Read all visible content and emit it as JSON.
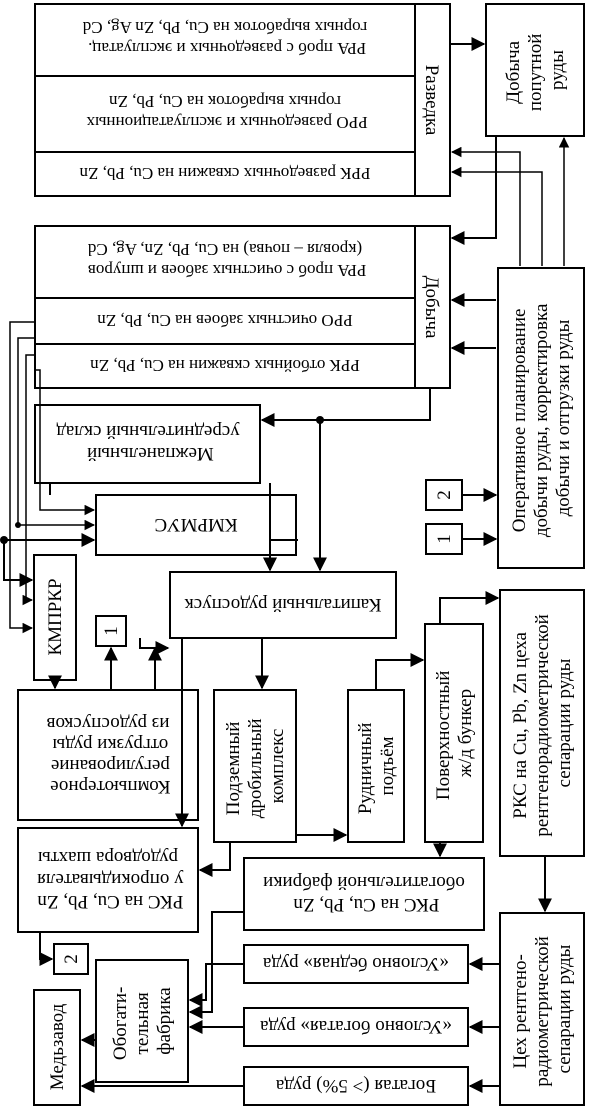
{
  "diagram": {
    "exploration": {
      "header": "Разведка",
      "rows": [
        [
          "РРА проб с разведочных и эксплуатац.",
          "горных выработок на Cu, Pb, Zn Ag, Cd"
        ],
        [
          "РРО разведочных и эксплуатационных",
          "горных выработок на Cu, Pb, Zn"
        ],
        [
          "РРК разведочных скважин на Cu, Pb, Zn"
        ]
      ]
    },
    "mining": {
      "header": "Добыча",
      "rows": [
        [
          "РРА проб с очистных забоев и шпуров",
          "(кровля – почва) на Cu, Pb, Zn, Ag, Cd"
        ],
        [
          "РРО очистных забоев на Cu, Pb, Zn"
        ],
        [
          "РРК отбойных скважин на Cu, Pb, Zn"
        ]
      ]
    },
    "incidental": [
      "Добыча",
      "попутной",
      "руды"
    ],
    "planning": [
      "Оперативное планирование",
      "добычи руды, корректировка",
      "добычи и отгрузки руды"
    ],
    "ref_numbers": [
      "2",
      "1",
      "1",
      "2"
    ],
    "stockpile": [
      "Межпанельный",
      "усреднительный склад"
    ],
    "kmrmus": [
      "КМРМУС"
    ],
    "kmprkr": [
      "КМПРКР"
    ],
    "orepass": [
      "Капитальный рудоспуск"
    ],
    "regulation": [
      "Компьютерное",
      "регулирование",
      "отгрузки руды",
      "из рудоспусков"
    ],
    "crusher": [
      "Подземный",
      "дробильный",
      "комплекс"
    ],
    "hoist": [
      "Рудничный",
      "подъём"
    ],
    "bunker": [
      "Поверхностный",
      "ж/д бункер"
    ],
    "rks_separation": [
      "РКС на Cu, Pb, Zn цеха",
      "рентгенорадиометрической",
      "сепарации руды"
    ],
    "rks_tipper": [
      "РКС на Cu, Pb, Zn",
      "у опрокидывателя",
      "рудодвора шахты"
    ],
    "rks_plant": [
      "РКС на Cu, Pb, Zn",
      "обогатительной фабрики"
    ],
    "separation_shop": [
      "Цех рентгено-",
      "радиометрической",
      "сепарации руды"
    ],
    "poor_ore": [
      "«Условно бедная» руда"
    ],
    "rich_ore": [
      "«Условно богатая» руда"
    ],
    "very_rich_ore": [
      "Богатая (> 5%) руда"
    ],
    "concentrator": [
      "Обогати-",
      "тельная",
      "фабрика"
    ],
    "smelter": [
      "Медьзавод"
    ]
  }
}
